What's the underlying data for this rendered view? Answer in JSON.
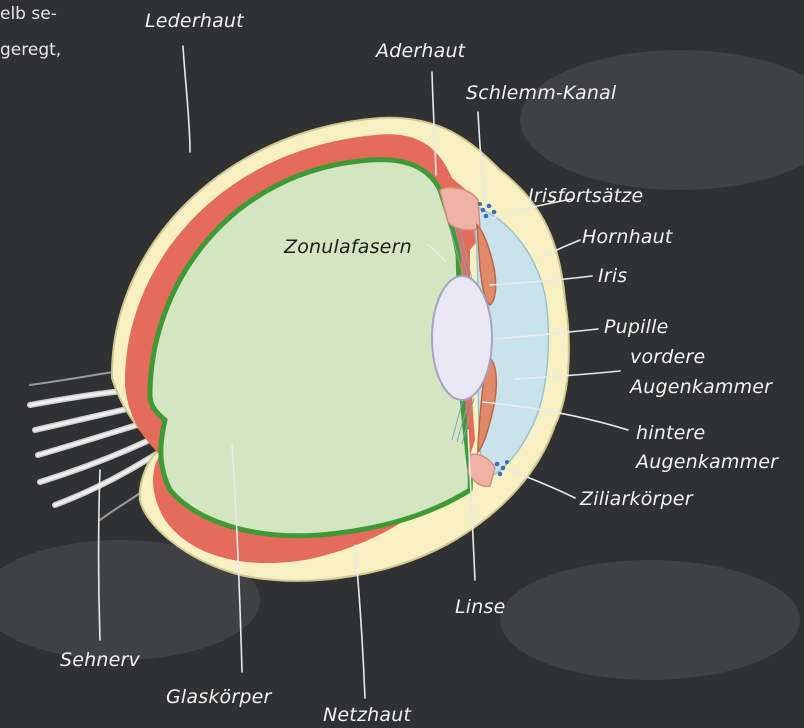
{
  "corner_text": {
    "line1": "elb se-",
    "line2": "geregt,"
  },
  "labels": {
    "lederhaut": "Lederhaut",
    "aderhaut": "Aderhaut",
    "schlemm": "Schlemm-Kanal",
    "irisfortsaetze": "Irisfortsätze",
    "hornhaut": "Hornhaut",
    "zonulafasern": "Zonulafasern",
    "iris": "Iris",
    "pupille": "Pupille",
    "vordere1": "vordere",
    "vordere2": "Augenkammer",
    "hintere1": "hintere",
    "hintere2": "Augenkammer",
    "ziliarkoerper": "Ziliarkörper",
    "linse": "Linse",
    "sehnerv": "Sehnerv",
    "glaskoerper": "Glaskörper",
    "netzhaut": "Netzhaut"
  },
  "colors": {
    "background": "#2f3132",
    "sclera": "#f6f0c2",
    "choroid": "#e56b5a",
    "retina": "#3f9a35",
    "vitreous": "#d4e5c2",
    "aqueous": "#c9e3ed",
    "lens": "#e9e7f3",
    "iris": "#e08a6a",
    "ciliary": "#efb3a6",
    "canal_dots": "#3a6fb5"
  }
}
